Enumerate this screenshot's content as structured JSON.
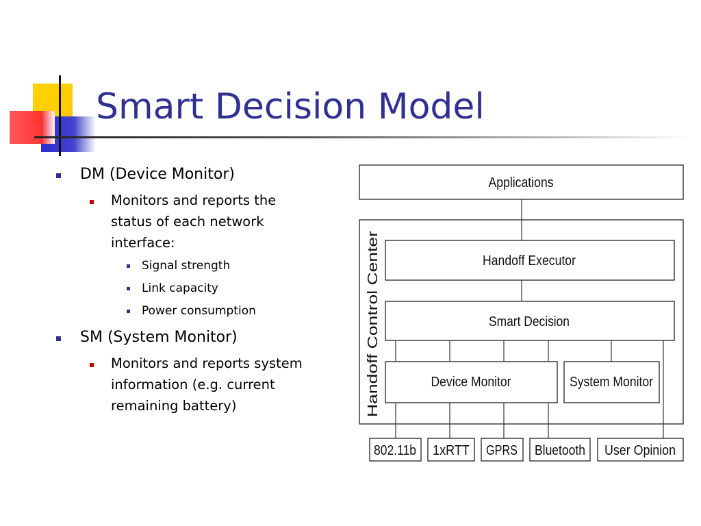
{
  "slide": {
    "title": "Smart Decision Model",
    "bullets": [
      {
        "text": "DM (Device Monitor)",
        "sub": {
          "text_lines": [
            "Monitors and reports the",
            "status of each network",
            "interface:"
          ],
          "items": [
            "Signal strength",
            "Link capacity",
            "Power consumption"
          ]
        }
      },
      {
        "text": "SM (System Monitor)",
        "sub": {
          "text_lines": [
            "Monitors and reports system",
            "information (e.g. current",
            "remaining battery)"
          ]
        }
      }
    ]
  },
  "diagram": {
    "applications": "Applications",
    "container_label": "Handoff Control Center",
    "handoff_executor": "Handoff Executor",
    "smart_decision": "Smart Decision",
    "device_monitor": "Device Monitor",
    "system_monitor": "System Monitor",
    "inputs": [
      "802.11b",
      "1xRTT",
      "GPRS",
      "Bluetooth",
      "User Opinion"
    ]
  },
  "colors": {
    "title": "#2e3192",
    "bullet_level1": "#2e3192",
    "bullet_level2": "#cc0000",
    "logo_yellow": "#ffd500",
    "logo_red": "#ff3333",
    "logo_blue": "#3333cc"
  }
}
